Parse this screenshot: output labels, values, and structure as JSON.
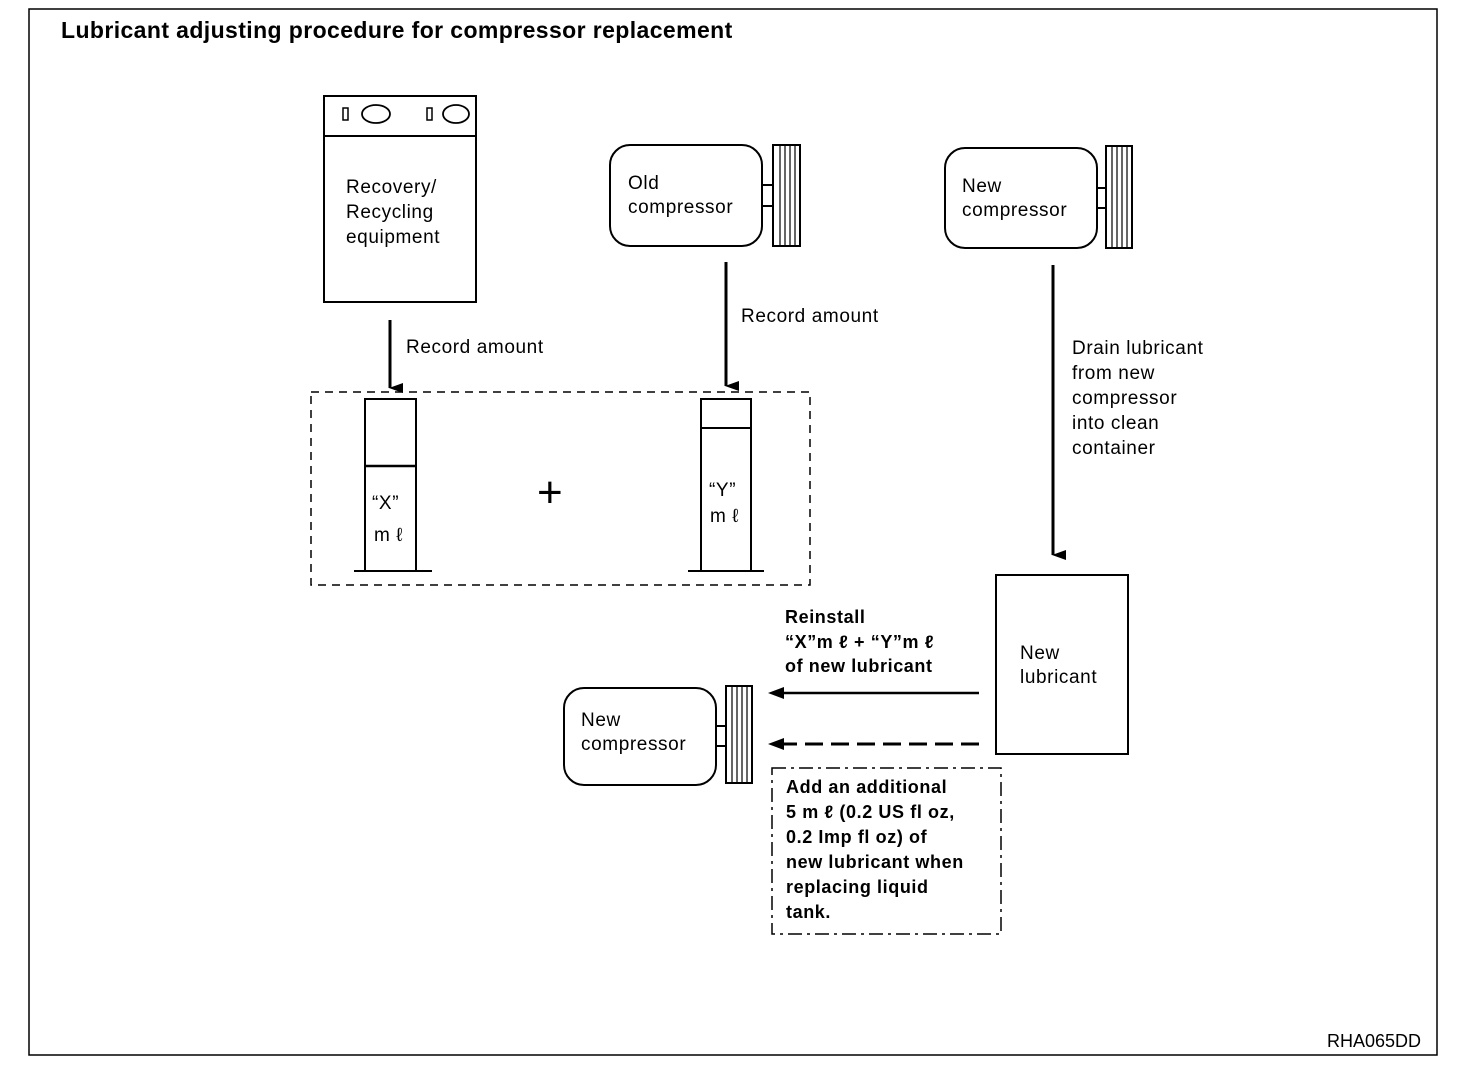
{
  "title": "Lubricant adjusting procedure for compressor replacement",
  "figure_code": "RHA065DD",
  "recovery_equipment": {
    "lines": [
      "Recovery/",
      "Recycling",
      "equipment"
    ]
  },
  "old_compressor": {
    "lines": [
      "Old",
      "compressor"
    ]
  },
  "new_compressor_top": {
    "lines": [
      "New",
      "compressor"
    ]
  },
  "new_compressor_bottom": {
    "lines": [
      "New",
      "compressor"
    ]
  },
  "new_lubricant": {
    "lines": [
      "New",
      "lubricant"
    ]
  },
  "record_amount_left": "Record amount",
  "record_amount_right": "Record amount",
  "drain_note": [
    "Drain lubricant",
    "from new",
    "compressor",
    "into clean",
    "container"
  ],
  "cylinder_x": {
    "lines": [
      "“X”",
      "m ℓ"
    ]
  },
  "cylinder_y": {
    "lines": [
      "“Y”",
      "m ℓ"
    ]
  },
  "plus_sign": "+",
  "reinstall_note": [
    "Reinstall",
    "“X”m ℓ  +  “Y”m ℓ",
    "of new lubricant"
  ],
  "additional_note": [
    "Add an additional",
    "5 m ℓ  (0.2 US fl oz,",
    "0.2 Imp fl oz) of",
    "new lubricant when",
    "replacing liquid",
    "tank."
  ]
}
